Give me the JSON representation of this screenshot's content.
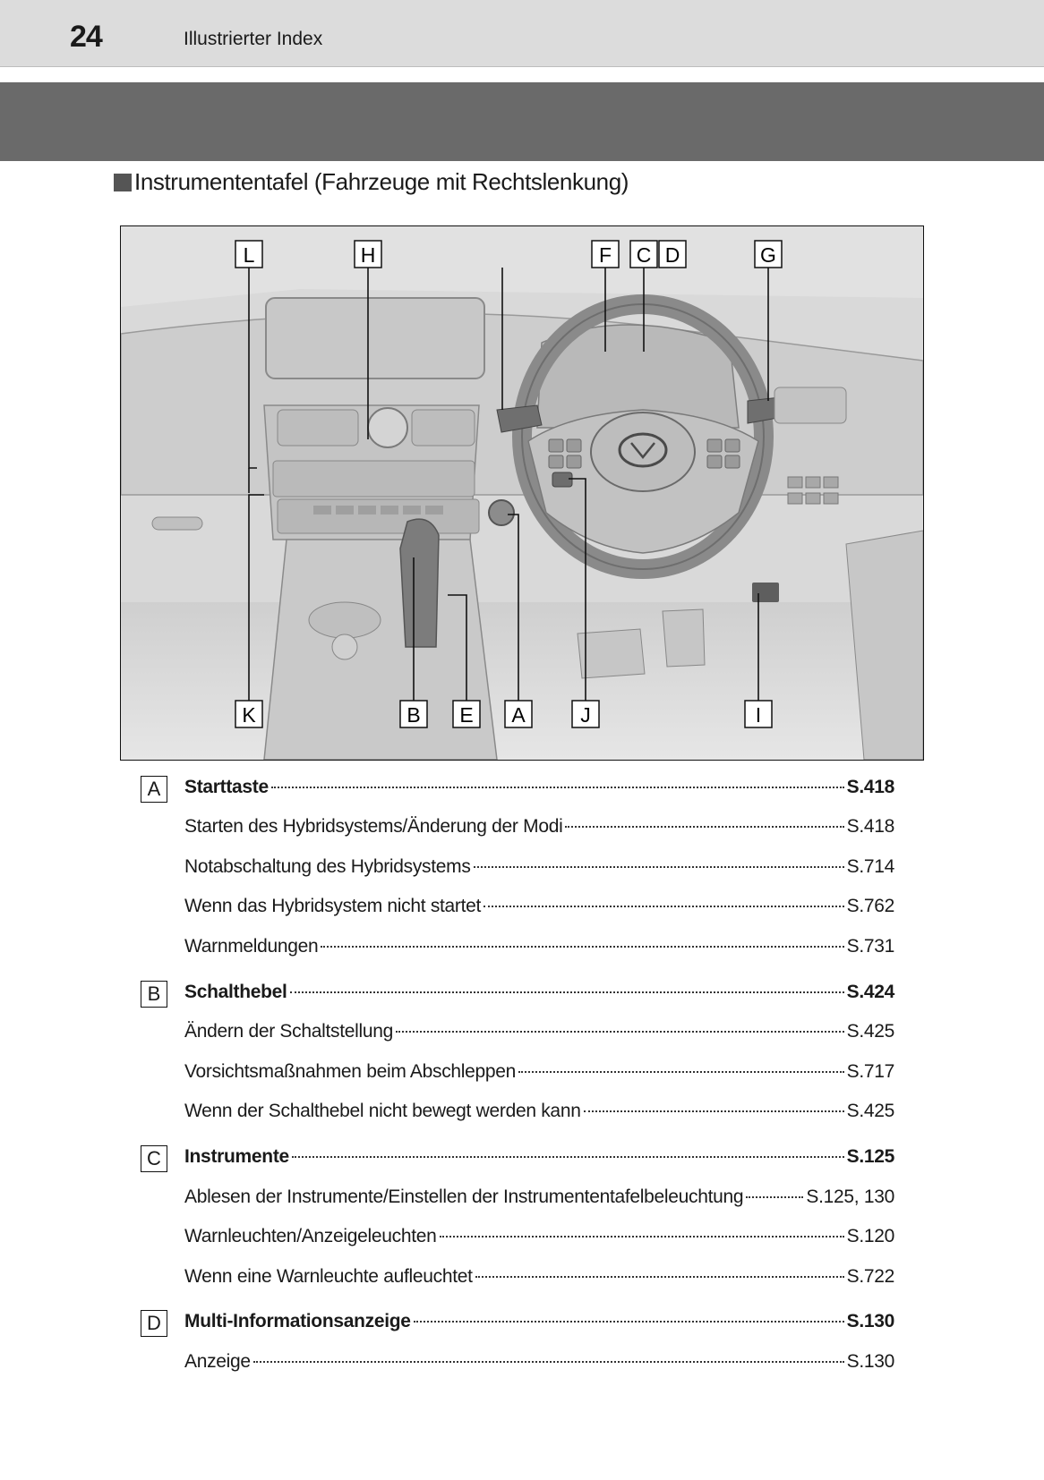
{
  "header": {
    "page_number": "24",
    "title": "Illustrierter Index"
  },
  "section": {
    "heading": "Instrumententafel (Fahrzeuge mit Rechtslenkung)"
  },
  "figure": {
    "callouts_top": [
      "L",
      "H",
      "F",
      "C",
      "D",
      "G"
    ],
    "callouts_bottom": [
      "K",
      "B",
      "E",
      "A",
      "J",
      "I"
    ],
    "logo": "lexus-logo"
  },
  "index": [
    {
      "letter": "A",
      "title": "Starttaste",
      "page": "S.418",
      "subs": [
        {
          "label": "Starten des Hybridsystems/Änderung der Modi",
          "page": "S.418"
        },
        {
          "label": "Notabschaltung des Hybridsystems",
          "page": "S.714"
        },
        {
          "label": "Wenn das Hybridsystem nicht startet",
          "page": "S.762"
        },
        {
          "label": "Warnmeldungen",
          "page": "S.731"
        }
      ]
    },
    {
      "letter": "B",
      "title": "Schalthebel",
      "page": "S.424",
      "subs": [
        {
          "label": "Ändern der Schaltstellung",
          "page": "S.425"
        },
        {
          "label": "Vorsichtsmaßnahmen beim Abschleppen",
          "page": "S.717"
        },
        {
          "label": "Wenn der Schalthebel nicht bewegt werden kann",
          "page": "S.425"
        }
      ]
    },
    {
      "letter": "C",
      "title": "Instrumente",
      "page": "S.125",
      "subs": [
        {
          "label": "Ablesen der Instrumente/Einstellen der Instrumententafelbeleuchtung",
          "page": "S.125, 130"
        },
        {
          "label": "Warnleuchten/Anzeigeleuchten",
          "page": "S.120"
        },
        {
          "label": "Wenn eine Warnleuchte aufleuchtet",
          "page": "S.722"
        }
      ]
    },
    {
      "letter": "D",
      "title": "Multi-Informationsanzeige",
      "page": "S.130",
      "subs": [
        {
          "label": "Anzeige",
          "page": "S.130"
        }
      ]
    }
  ]
}
